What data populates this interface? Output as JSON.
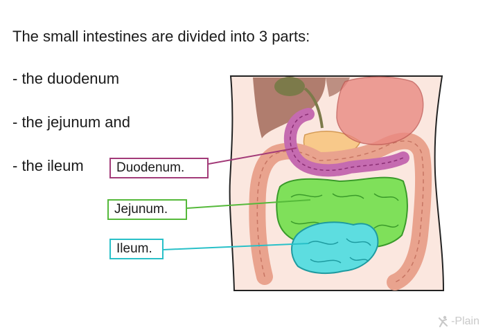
{
  "heading": "The small intestines are divided into 3 parts:",
  "items": [
    "- the duodenum",
    "- the jejunum and",
    "- the ileum"
  ],
  "labels": {
    "duodenum": "Duodenum.",
    "jejunum": "Jejunum.",
    "ileum": "Ileum."
  },
  "brand": "-Plain",
  "colors": {
    "duodenum": "#a23a78",
    "jejunum": "#55b93a",
    "ileum": "#28c0c8",
    "colon": "#e9a38e",
    "stomach": "#e98780",
    "liver": "#a26a5a",
    "skin": "#fbe7df"
  }
}
